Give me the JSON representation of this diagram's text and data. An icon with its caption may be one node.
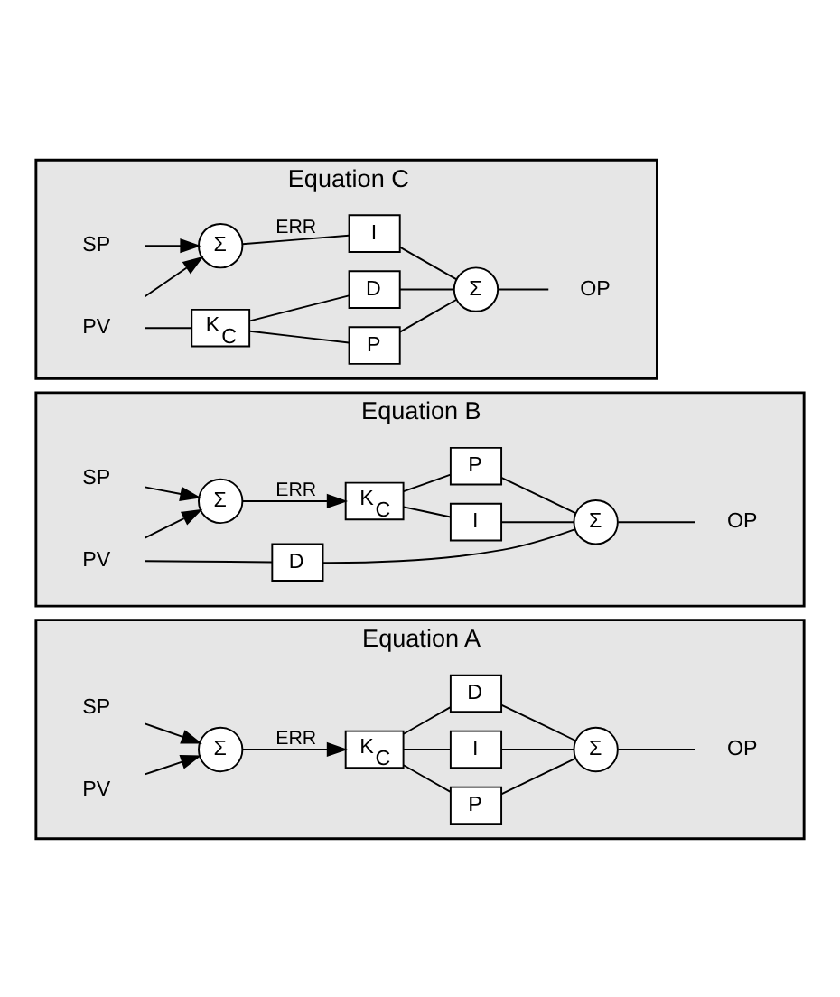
{
  "diagram": {
    "nodes": [
      {
        "text": [
          "Equation A"
        ]
      },
      {
        "text": [
          "SP"
        ],
        "in": 0
      },
      {
        "text": [
          "PV"
        ],
        "in": 0
      },
      {
        "text": [
          "Σ"
        ],
        "in": 0
      },
      {
        "text": [
          "K$_{C}$"
        ],
        "in": 0
      },
      {
        "text": [
          "P"
        ],
        "in": 0
      },
      {
        "text": [
          "I"
        ],
        "in": 0
      },
      {
        "text": [
          "D"
        ],
        "in": 0
      },
      {
        "text": [
          "Σ"
        ],
        "in": 0
      },
      {
        "text": [
          "OP"
        ],
        "in": 0
      },
      {
        "text": [
          "Equation B"
        ]
      },
      {
        "text": [
          "SP"
        ],
        "in": 10
      },
      {
        "text": [
          "PV"
        ],
        "in": 10
      },
      {
        "text": [
          "Σ"
        ],
        "in": 10
      },
      {
        "text": [
          "K$_{C}$"
        ],
        "in": 10
      },
      {
        "text": [
          "P"
        ],
        "in": 10
      },
      {
        "text": [
          "I"
        ],
        "in": 10
      },
      {
        "text": [
          "D"
        ],
        "in": 10
      },
      {
        "text": [
          "Σ"
        ],
        "in": 10
      },
      {
        "text": [
          "OP"
        ],
        "in": 10
      },
      {
        "text": [
          "Equation C"
        ]
      },
      {
        "text": [
          "SP"
        ],
        "in": 20
      },
      {
        "text": [
          "PV"
        ],
        "in": 20
      },
      {
        "text": [
          "Σ"
        ],
        "in": 20
      },
      {
        "text": [
          "K$_{C}$"
        ],
        "in": 20
      },
      {
        "text": [
          "I"
        ],
        "in": 20
      },
      {
        "text": [
          "P"
        ],
        "in": 20
      },
      {
        "text": [
          "D"
        ],
        "in": 20
      },
      {
        "text": [
          "Σ"
        ],
        "in": 20
      },
      {
        "text": [
          "OP"
        ],
        "in": 20
      }
    ],
    "edges": [
      {
        "from": 1,
        "to": 3,
        "arrow": "to"
      },
      {
        "from": 2,
        "to": 3,
        "arrow": "to"
      },
      {
        "from": 3,
        "to": 4,
        "arrow": "to",
        "label": "ERR"
      },
      {
        "from": 4,
        "to": 5,
        "arrow": "none"
      },
      {
        "from": 4,
        "to": 6,
        "arrow": "none"
      },
      {
        "from": 4,
        "to": 7,
        "arrow": "none"
      },
      {
        "from": 5,
        "to": 8,
        "arrow": "none"
      },
      {
        "from": 6,
        "to": 8,
        "arrow": "none"
      },
      {
        "from": 7,
        "to": 8,
        "arrow": "none"
      },
      {
        "from": 8,
        "to": 9,
        "arrow": "none"
      },
      {
        "from": 11,
        "to": 13,
        "arrow": "to"
      },
      {
        "from": 12,
        "to": 13,
        "arrow": "to"
      },
      {
        "from": 13,
        "to": 14,
        "arrow": "to",
        "label": "ERR"
      },
      {
        "from": 14,
        "to": 15,
        "arrow": "none"
      },
      {
        "from": 14,
        "to": 16,
        "arrow": "none"
      },
      {
        "from": 12,
        "to": 17,
        "arrow": "none"
      },
      {
        "from": 15,
        "to": 18,
        "arrow": "none"
      },
      {
        "from": 16,
        "to": 18,
        "arrow": "none"
      },
      {
        "from": 17,
        "to": 18,
        "arrow": "none"
      },
      {
        "from": 18,
        "to": 19,
        "arrow": "none"
      },
      {
        "from": 21,
        "to": 23,
        "arrow": "to"
      },
      {
        "from": 22,
        "to": 23,
        "arrow": "to"
      },
      {
        "from": 23,
        "to": 25,
        "arrow": "none",
        "label": "ERR"
      },
      {
        "from": 22,
        "to": 24,
        "arrow": "none"
      },
      {
        "from": 24,
        "to": 26,
        "arrow": "none"
      },
      {
        "from": 24,
        "to": 27,
        "arrow": "none"
      },
      {
        "from": 25,
        "to": 28,
        "arrow": "none"
      },
      {
        "from": 26,
        "to": 28,
        "arrow": "none"
      },
      {
        "from": 27,
        "to": 28,
        "arrow": "none"
      },
      {
        "from": 28,
        "to": 29,
        "arrow": "none"
      }
    ]
  }
}
